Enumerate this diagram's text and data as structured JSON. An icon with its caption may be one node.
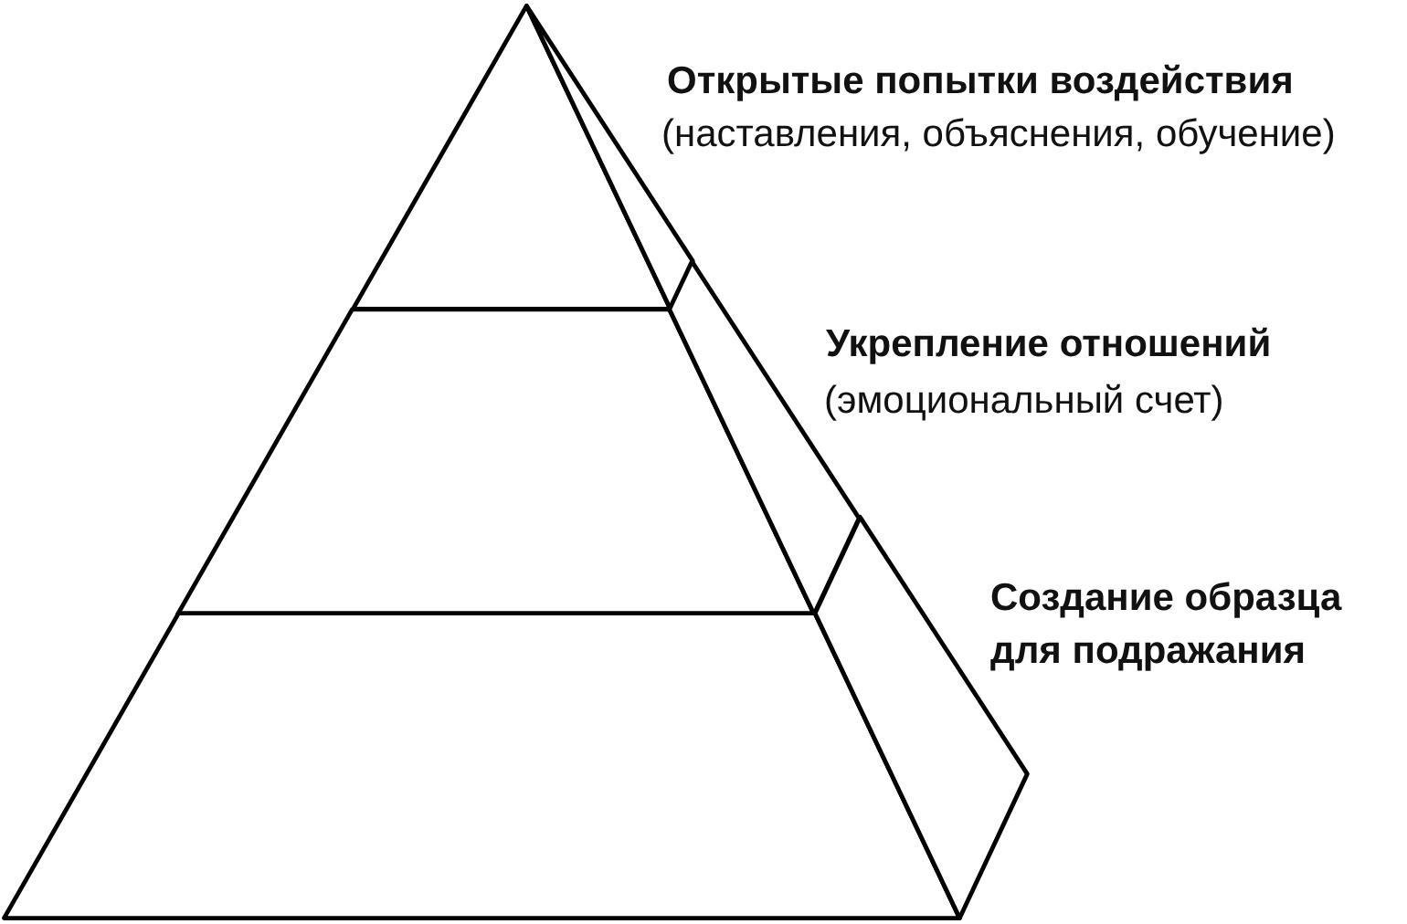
{
  "diagram": {
    "nodes": [
      {
        "text": [],
        "shape": "triangle",
        "beside": [
          "Открытые попытки воздействия",
          "(наставления, объяснения, обучение)"
        ]
      },
      {
        "text": [],
        "shape": "trapezoid",
        "beside": [
          "Укрепление отношений",
          "(эмоциональный счет)"
        ]
      },
      {
        "text": [],
        "shape": "trapezoid",
        "beside": [
          "Создание образца для подражания"
        ]
      }
    ]
  }
}
